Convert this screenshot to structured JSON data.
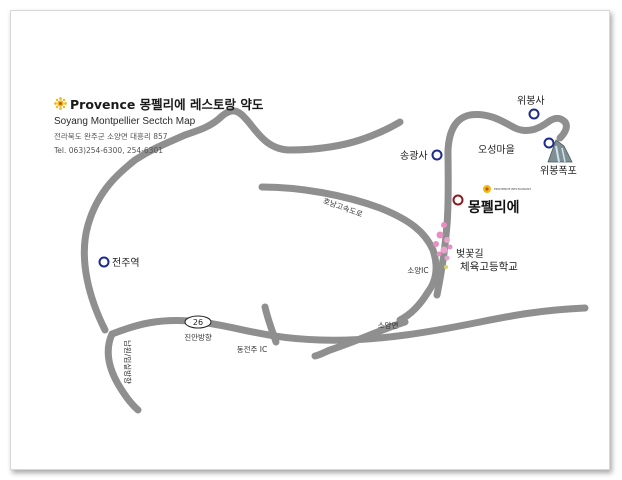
{
  "header": {
    "title": "Provence 몽펠리에 레스토랑 약도",
    "subtitle": "Soyang Montpellier Sectch Map",
    "address": "전라북도 완주군 소양면 대흥리 857",
    "tel": "Tel. 063)254-6300, 254-6301"
  },
  "roads": {
    "honam_expressway": "호남고속도로",
    "soyang_ic": "소양IC",
    "soyang_myeon": "소양면",
    "route_26": "26",
    "jinan_direction": "진안방향",
    "dongjeonju_ic": "동전주 IC",
    "namwon_direction": "남원/임실방향"
  },
  "places": {
    "jeonju_station": "전주역",
    "wibongsa": "위봉사",
    "osung_village": "오성마을",
    "seonggwangsa": "송광사",
    "wibong_falls": "위봉폭포",
    "cherry_road": "벚꽃길",
    "pe_high_school": "체육고등학교",
    "restaurant_logo": "몽펠리에",
    "logo_small_text": "PROVENCE RESTAURANT"
  },
  "colors": {
    "road": "#8f8f8f",
    "marker": "#1e2a8c",
    "restaurant_marker": "#8a1c24",
    "icon_yellow": "#f2b818",
    "blossom": "#e68fc0"
  }
}
